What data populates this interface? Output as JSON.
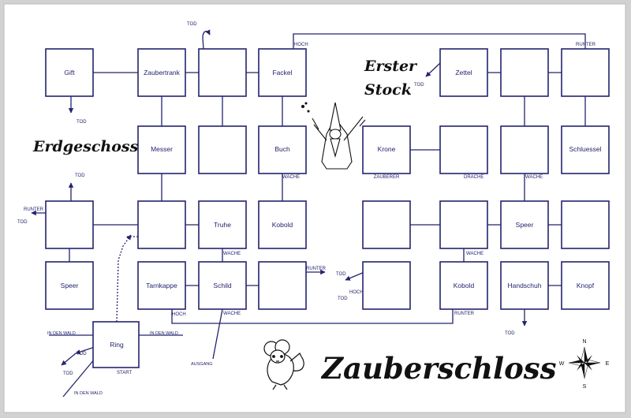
{
  "title": "Zauberschloss",
  "floors": {
    "ground": "Erdgeschoss",
    "first_line1": "Erster",
    "first_line2": "Stock"
  },
  "rooms": {
    "gift": "Gift",
    "zaubertrank": "Zaubertrank",
    "fackel": "Fackel",
    "messer": "Messer",
    "buch": "Buch",
    "truhe": "Truhe",
    "kobold1": "Kobold",
    "speer1": "Speer",
    "tarnkappe": "Tarnkappe",
    "schild": "Schild",
    "ring": "Ring",
    "zettel": "Zettel",
    "krone": "Krone",
    "schluessel": "Schluessel",
    "speer2": "Speer",
    "kobold2": "Kobold",
    "handschuh": "Handschuh",
    "knopf": "Knopf"
  },
  "labels": {
    "tod": "TOD",
    "hoch": "HOCH",
    "runter": "RUNTER",
    "wache": "WACHE",
    "zauberer": "ZAUBERER",
    "drache": "DRACHE",
    "start": "START",
    "ausgang": "AUSGANG",
    "in_den_wald": "IN DEN WALD"
  },
  "compass": {
    "n": "N",
    "s": "S",
    "e": "E",
    "w": "W"
  },
  "colors": {
    "line": "#23236e",
    "background": "#d2d2d2",
    "paper": "#ffffff"
  },
  "icons": [
    "wizard-icon",
    "mouse-icon",
    "compass-rose-icon"
  ]
}
